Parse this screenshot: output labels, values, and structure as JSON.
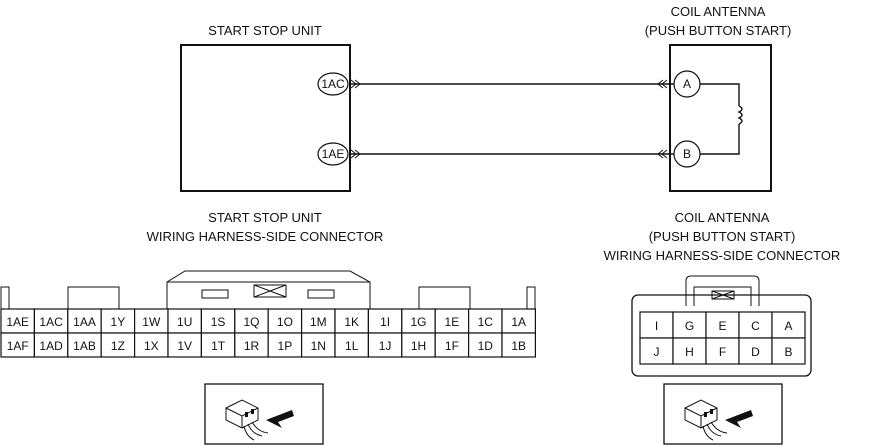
{
  "title_left": "START STOP UNIT",
  "title_right": [
    "COIL ANTENNA",
    "(PUSH BUTTON START)"
  ],
  "left_terminals": [
    "1AC",
    "1AE"
  ],
  "right_terminals": [
    "A",
    "B"
  ],
  "harness_left_title": [
    "START STOP UNIT",
    "WIRING HARNESS-SIDE CONNECTOR"
  ],
  "harness_right_title": [
    "COIL ANTENNA",
    "(PUSH BUTTON START)",
    "WIRING HARNESS-SIDE CONNECTOR"
  ],
  "left_connector": {
    "top_row": [
      "1AE",
      "1AC",
      "1AA",
      "1Y",
      "1W",
      "1U",
      "1S",
      "1Q",
      "1O",
      "1M",
      "1K",
      "1I",
      "1G",
      "1E",
      "1C",
      "1A"
    ],
    "bottom_row": [
      "1AF",
      "1AD",
      "1AB",
      "1Z",
      "1X",
      "1V",
      "1T",
      "1R",
      "1P",
      "1N",
      "1L",
      "1J",
      "1H",
      "1F",
      "1D",
      "1B"
    ]
  },
  "right_connector": {
    "top_row": [
      "I",
      "G",
      "E",
      "C",
      "A"
    ],
    "bottom_row": [
      "J",
      "H",
      "F",
      "D",
      "B"
    ]
  },
  "icons": [
    "connector-insertion-icon",
    "connector-insertion-icon"
  ]
}
